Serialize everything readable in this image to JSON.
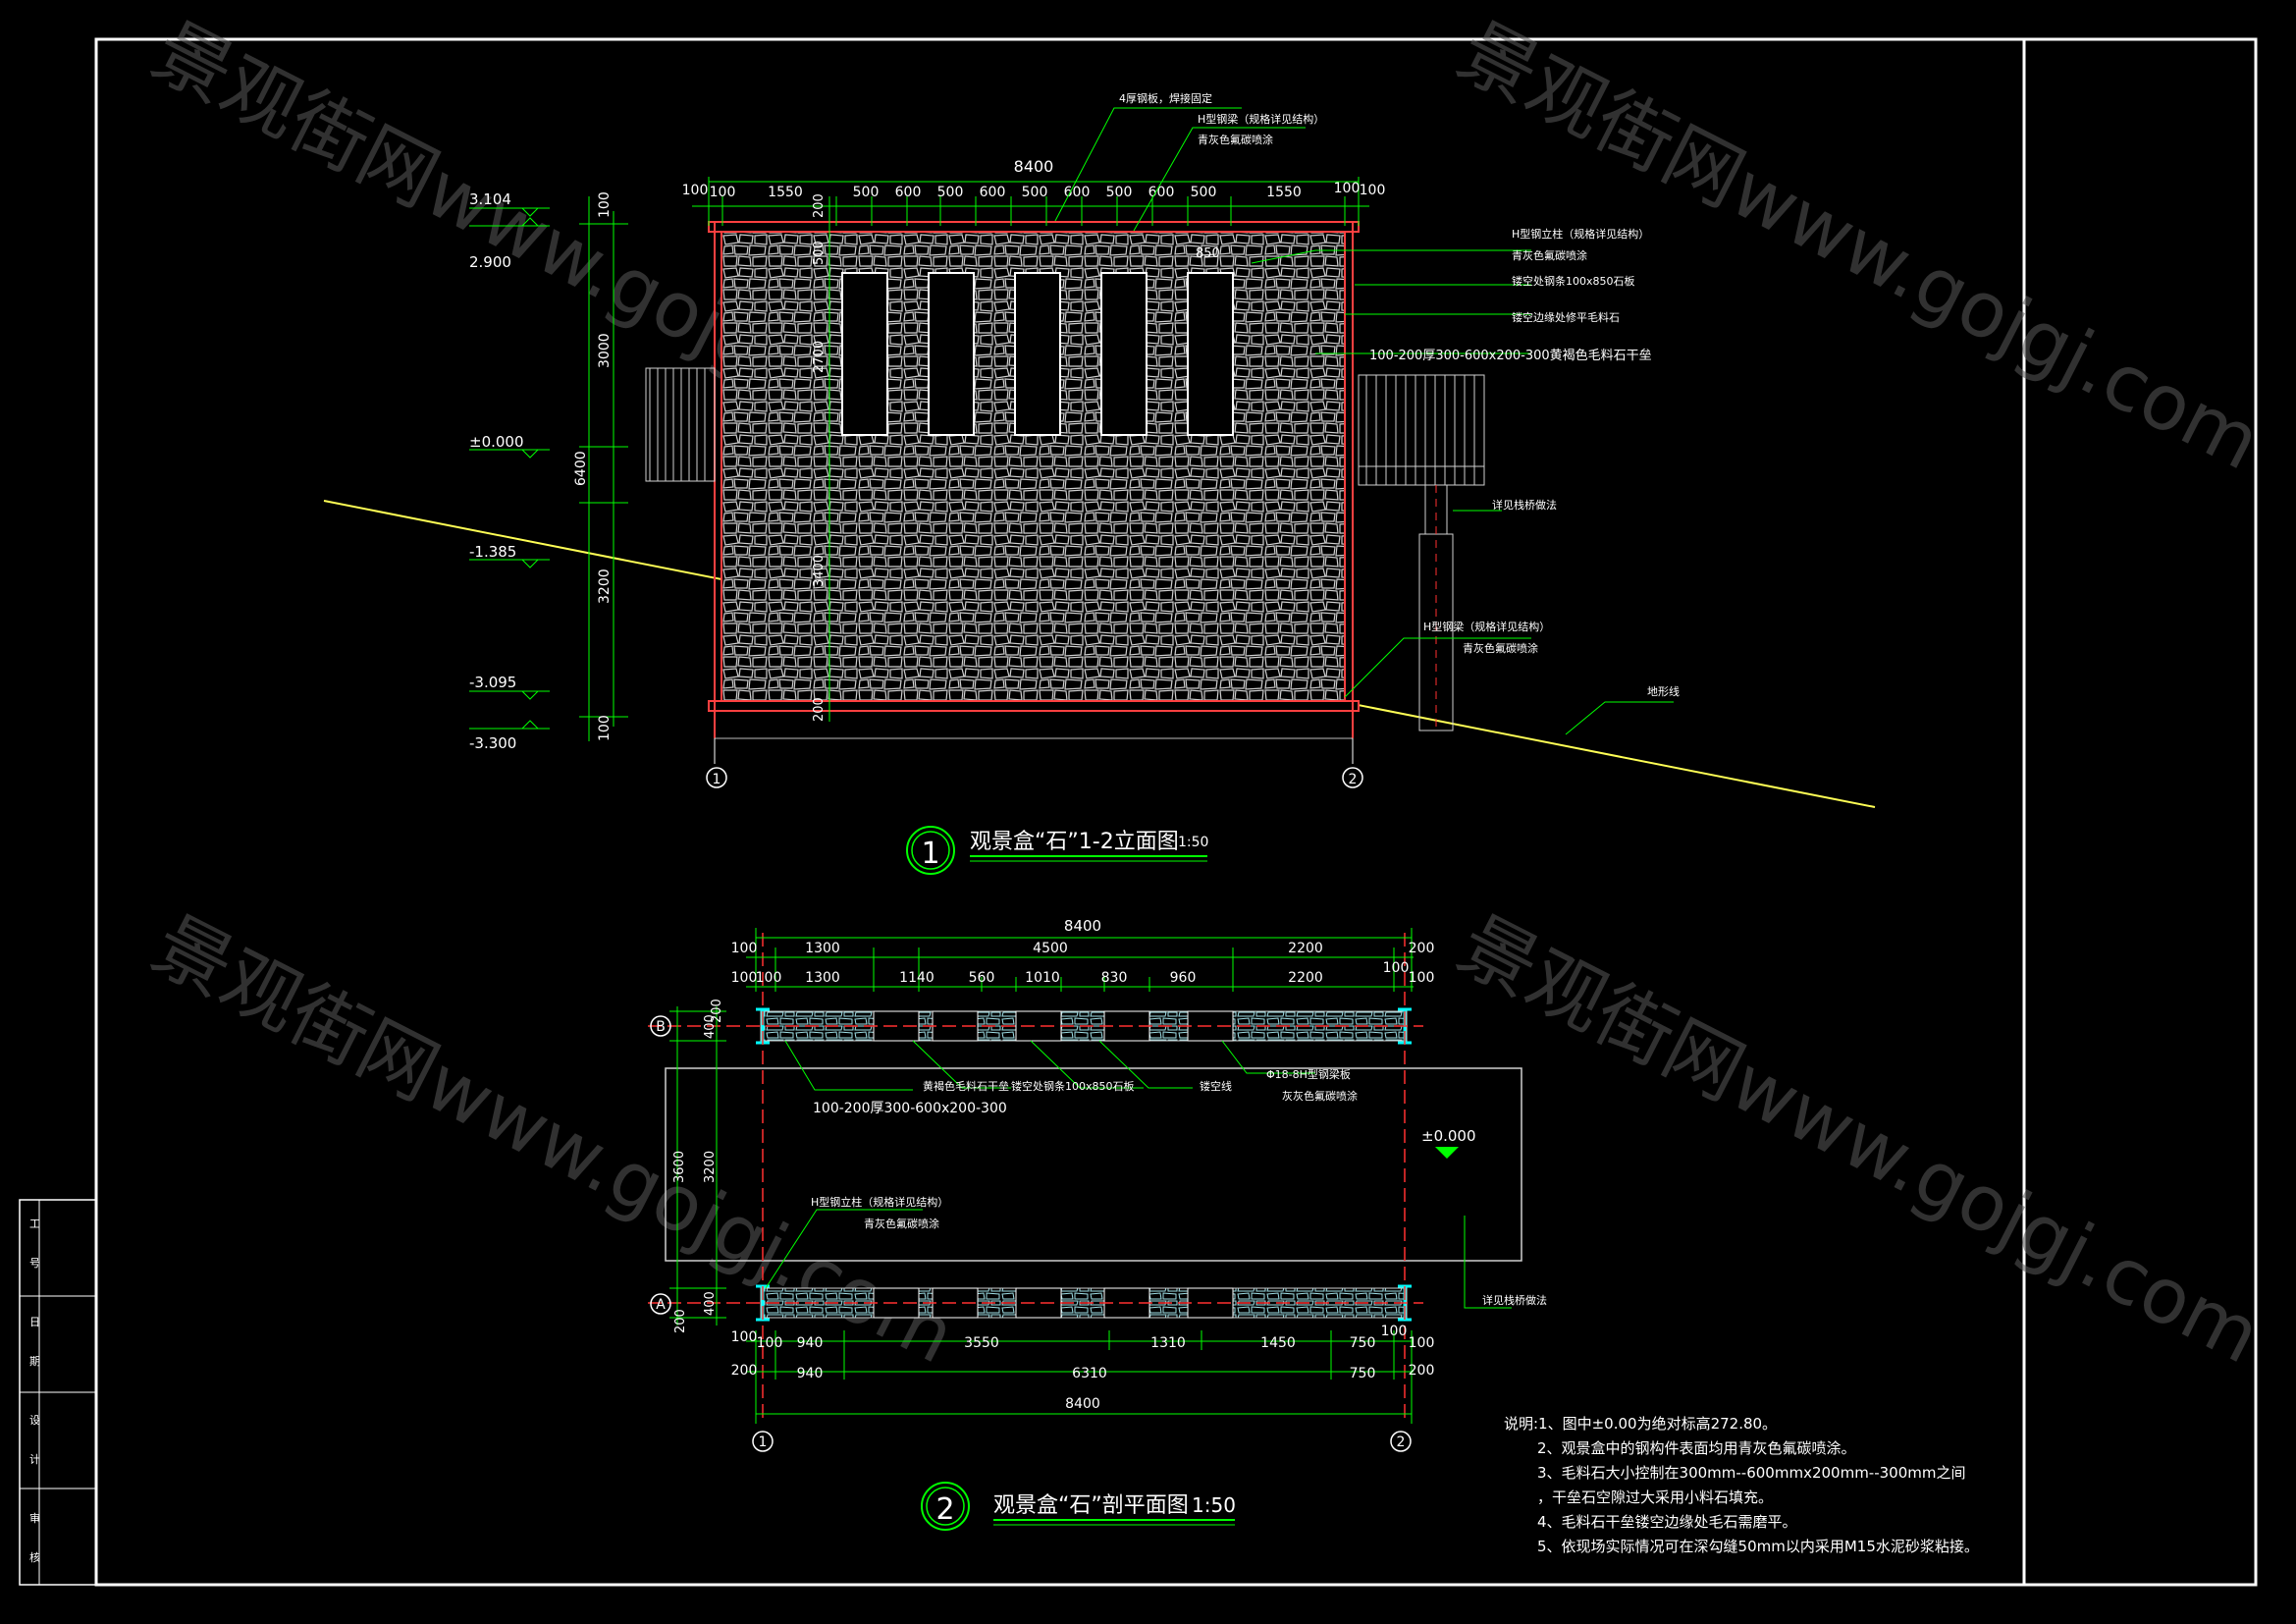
{
  "watermark": {
    "text_cn": "景观街网",
    "text_url": "www.gojgj.com"
  },
  "colors": {
    "background": "#000000",
    "frame": "#ffffff",
    "dimension": "#00ff00",
    "text": "#ffffff",
    "axis_red": "#ff3030",
    "terrain": "#ffff55",
    "steel_cyan": "#00ffff",
    "stone": "#cfcfcf"
  },
  "elevation": {
    "title": "观景盒“石”1-2立面图",
    "scale": "1:50",
    "number": "1",
    "top_total": "8400",
    "top_dims": [
      "100",
      "100",
      "1550",
      "500",
      "600",
      "500",
      "600",
      "500",
      "600",
      "500",
      "600",
      "500",
      "1550",
      "100",
      "100"
    ],
    "vert_dims": [
      "100",
      "3000",
      "6400",
      "3200",
      "100"
    ],
    "inner_vert_dims": [
      "200",
      "500",
      "2700",
      "3400",
      "200"
    ],
    "levels": [
      "3.104",
      "2.900",
      "±0.000",
      "-1.385",
      "-3.095",
      "-3.300"
    ],
    "notes": {
      "steel_plate": "4厚钢板，焊接固定",
      "h_beam_1": "H型钢梁（规格详见结构）",
      "h_beam_1b": "青灰色氟碳喷涂",
      "h_column": "H型钢立柱（规格详见结构）",
      "h_column_b": "青灰色氟碳喷涂",
      "hollow_frame": "镂空处钢条100x850石板",
      "hollow_edge": "镂空边缘处修平毛料石",
      "stone_wall": "100-200厚300-600x200-300黄褐色毛料石干垒",
      "stair_ref": "详见栈桥做法",
      "h_beam_2": "H型钢梁（规格详见结构）",
      "h_beam_2b": "青灰色氟碳喷涂",
      "terrain": "地形线",
      "dim_850": "850"
    },
    "axes": [
      "1",
      "2"
    ]
  },
  "plan": {
    "title": "观景盒“石”剖平面图",
    "scale": "1:50",
    "number": "2",
    "top_total": "8400",
    "top_row1": [
      "100",
      "1300",
      "4500",
      "2200",
      "200"
    ],
    "top_row2": [
      "100",
      "100",
      "1300",
      "1140",
      "560",
      "1010",
      "830",
      "960",
      "2200",
      "100",
      "100"
    ],
    "bottom_row1": [
      "100",
      "100",
      "940",
      "3550",
      "1310",
      "1450",
      "750",
      "100",
      "100"
    ],
    "bottom_row2": [
      "200",
      "940",
      "6310",
      "750",
      "200"
    ],
    "bottom_total": "8400",
    "left_dims": [
      "200",
      "400",
      "3600",
      "3200",
      "400",
      "200"
    ],
    "axes_h": [
      "B",
      "A"
    ],
    "axes_v": [
      "1",
      "2"
    ],
    "level": "±0.000",
    "notes": {
      "stone": "黄褐色毛料石干垒",
      "stone_b": "100-200厚300-600x200-300",
      "hollow": "镂空处钢条100x850石板",
      "edge": "镂空线",
      "beam": "Φ18-8H型钢梁板",
      "beam_b": "灰灰色氟碳喷涂",
      "column": "H型钢立柱（规格详见结构）",
      "column_b": "青灰色氟碳喷涂",
      "stair": "详见栈桥做法"
    }
  },
  "remarks": [
    "说明:1、图中±0.00为绝对标高272.80。",
    "2、观景盒中的钢构件表面均用青灰色氟碳喷涂。",
    "3、毛料石大小控制在300mm--600mmx200mm--300mm之间",
    "，干垒石空隙过大采用小料石填充。",
    "4、毛料石干垒镂空边缘处毛石需磨平。",
    "5、依现场实际情况可在深勾缝50mm以内采用M15水泥砂浆粘接。"
  ],
  "title_block": [
    "工",
    "号",
    "日",
    "期",
    "设",
    "计",
    "审",
    "核"
  ]
}
